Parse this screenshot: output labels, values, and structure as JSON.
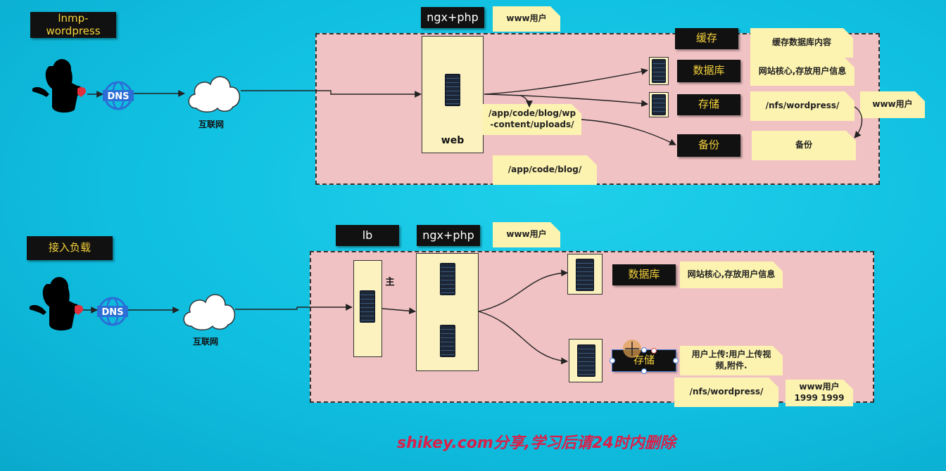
{
  "top": {
    "title": "lnmp-\nwordpress",
    "stack_label": "ngx+php",
    "stack_note": "www用户",
    "internet_label": "互联网",
    "web_label": "web",
    "path_note": "/app/code/blog/wp\n-content/uploads/",
    "code_note": "/app/code/blog/",
    "cache_label": "缓存",
    "cache_note": "缓存数据库内容",
    "db_label": "数据库",
    "db_note": "网站核心,存放用户信息",
    "storage_label": "存储",
    "storage_note": "/nfs/wordpress/",
    "storage_user_note": "www用户",
    "backup_label": "备份",
    "backup_note": "备份"
  },
  "bottom": {
    "title": "接入负载",
    "lb_label": "lb",
    "stack_label": "ngx+php",
    "stack_note": "www用户",
    "internet_label": "互联网",
    "master_label": "主",
    "db_label": "数据库",
    "db_note": "网站核心,存放用户信息",
    "storage_label": "存储",
    "upload_note": "用户上传:用户上传视\n频,附件.",
    "nfs_note": "/nfs/wordpress/",
    "user_note": "www用户\n1999 1999"
  },
  "watermark": "shikey.com分享,学习后请24时内删除",
  "colors": {
    "background": "#12c4e4",
    "zone": "#f1c2c4",
    "note": "#fdf3b0",
    "label_bg": "#111111",
    "label_text": "#f5d23c",
    "watermark": "#d8204a"
  }
}
